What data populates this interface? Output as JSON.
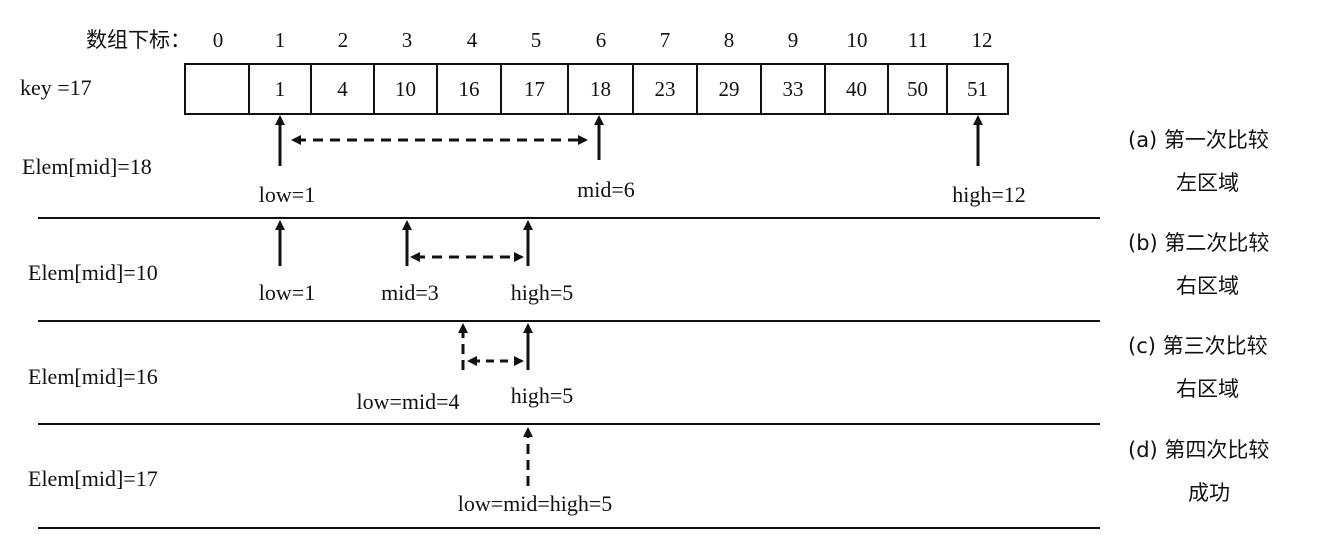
{
  "header": {
    "index_label": "数组下标：",
    "indices": [
      "0",
      "1",
      "2",
      "3",
      "4",
      "5",
      "6",
      "7",
      "8",
      "9",
      "10",
      "11",
      "12"
    ],
    "key_label": "key =17",
    "values": [
      "",
      "1",
      "4",
      "10",
      "16",
      "17",
      "18",
      "23",
      "29",
      "33",
      "40",
      "50",
      "51"
    ]
  },
  "rows": [
    {
      "elem": "Elem[mid]=18",
      "labels": [
        "low=1",
        "mid=6",
        "high=12"
      ],
      "caption_a": "(a)  第一次比较",
      "caption_b": "左区域"
    },
    {
      "elem": "Elem[mid]=10",
      "labels": [
        "low=1",
        "mid=3",
        "high=5"
      ],
      "caption_a": "(b)  第二次比较",
      "caption_b": "右区域"
    },
    {
      "elem": "Elem[mid]=16",
      "labels": [
        "low=mid=4",
        "high=5"
      ],
      "caption_a": "(c)  第三次比较",
      "caption_b": "右区域"
    },
    {
      "elem": "Elem[mid]=17",
      "labels": [
        "low=mid=high=5"
      ],
      "caption_a": "(d)  第四次比较",
      "caption_b": "成功"
    }
  ]
}
